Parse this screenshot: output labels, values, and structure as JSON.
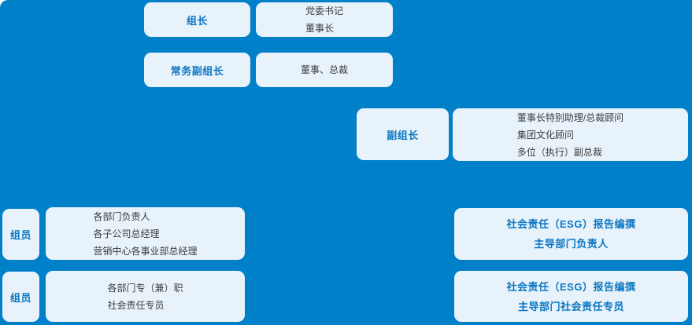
{
  "colors": {
    "panel_bg": "#0080C8",
    "box_bg": "#E8F2FA",
    "accent": "#0B77C2",
    "body_text": "#3C3C3C"
  },
  "org_chart": {
    "leader": {
      "label": "组长",
      "members": [
        "党委书记",
        "董事长"
      ]
    },
    "executive_deputy_leader": {
      "label": "常务副组长",
      "members": [
        "董事、总裁"
      ]
    },
    "deputy_leader": {
      "label": "副组长",
      "members": [
        "董事长特别助理/总裁顾问",
        "集团文化顾问",
        "多位（执行）副总裁"
      ]
    },
    "members_group_1": {
      "label": "组员",
      "members": [
        "各部门负责人",
        "各子公司总经理",
        "营销中心各事业部总经理"
      ]
    },
    "members_group_2": {
      "label": "组员",
      "members": [
        "各部门专（兼）职",
        "社会责任专员"
      ]
    },
    "esg_report_lead_1": {
      "lines": [
        "社会责任（ESG）报告编撰",
        "主导部门负责人"
      ]
    },
    "esg_report_lead_2": {
      "lines": [
        "社会责任（ESG）报告编撰",
        "主导部门社会责任专员"
      ]
    }
  }
}
